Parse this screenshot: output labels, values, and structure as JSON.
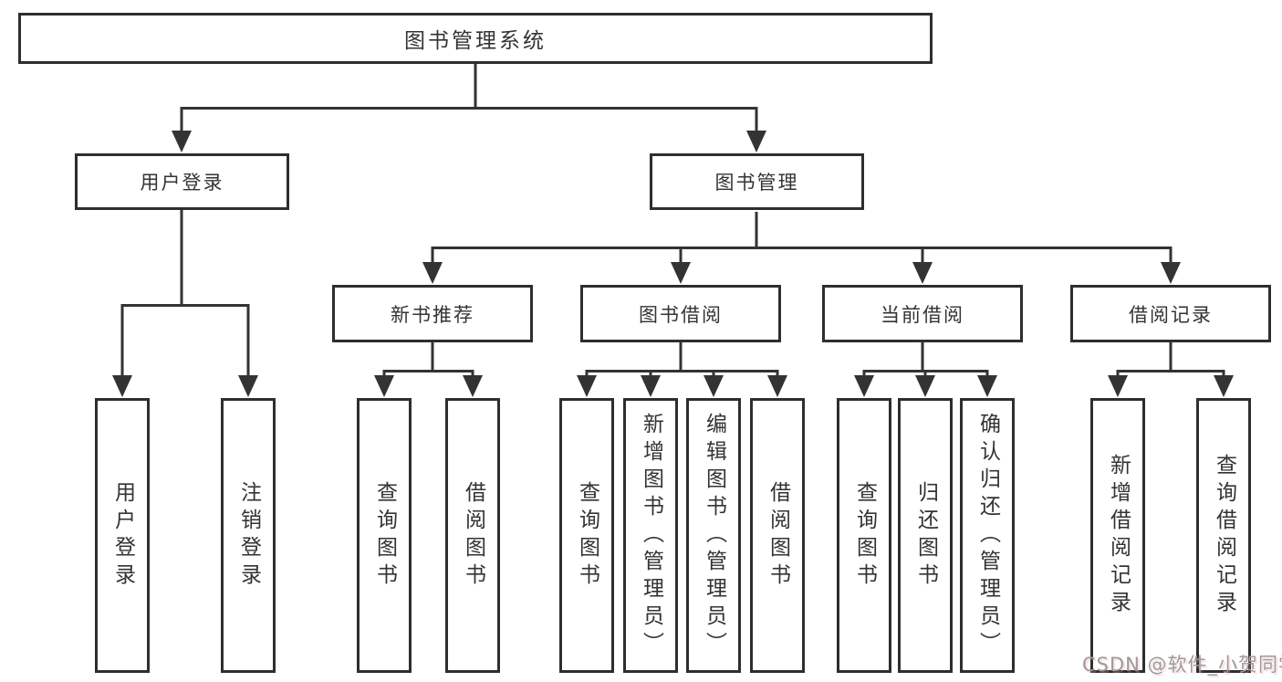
{
  "diagram": {
    "root": {
      "label": "图书管理系统"
    },
    "branches": [
      {
        "label": "用户登录",
        "children": [
          {
            "label": "用户登录"
          },
          {
            "label": "注销登录"
          }
        ]
      },
      {
        "label": "图书管理",
        "children": [
          {
            "label": "新书推荐",
            "children": [
              {
                "label": "查询图书"
              },
              {
                "label": "借阅图书"
              }
            ]
          },
          {
            "label": "图书借阅",
            "children": [
              {
                "label": "查询图书"
              },
              {
                "label": "新增图书（管理员）"
              },
              {
                "label": "编辑图书（管理员）"
              },
              {
                "label": "借阅图书"
              }
            ]
          },
          {
            "label": "当前借阅",
            "children": [
              {
                "label": "查询图书"
              },
              {
                "label": "归还图书"
              },
              {
                "label": "确认归还（管理员）"
              }
            ]
          },
          {
            "label": "借阅记录",
            "children": [
              {
                "label": "新增借阅记录"
              },
              {
                "label": "查询借阅记录"
              }
            ]
          }
        ]
      }
    ],
    "watermark": "CSDN @软件_小贺同学",
    "colors": {
      "line": "#333333",
      "box_border": "#2e2e2e",
      "text": "#333333",
      "watermark": "#9b9b9b",
      "background": "#ffffff"
    }
  }
}
